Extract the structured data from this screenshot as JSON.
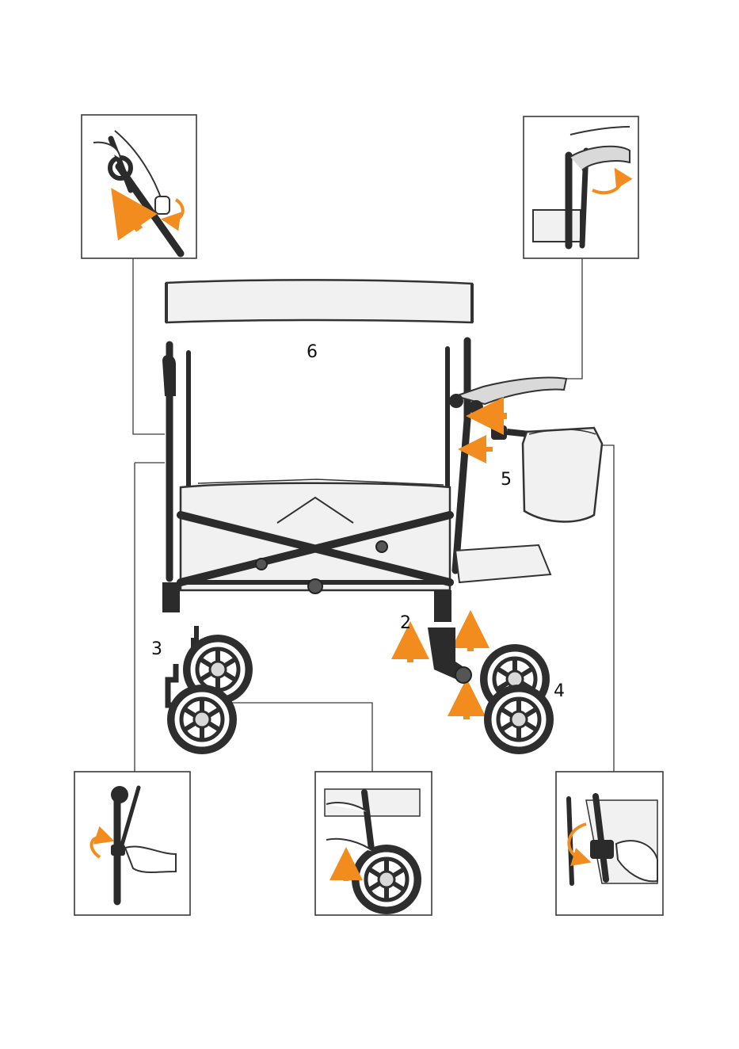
{
  "diagram": {
    "step_labels": {
      "canopy": "6",
      "rear_caster": "2",
      "front_wheels": "3",
      "rear_wheels": "4",
      "cup_bag": "5"
    },
    "colors": {
      "frame": "#2b2b2b",
      "fabric": "#f1f1f1",
      "arrow": "#f28c1e",
      "outline": "#3a3a3a",
      "skin": "#ffffff"
    },
    "icons": [
      "up-arrow-icon",
      "left-arrow-icon",
      "rotate-arrow-icon",
      "hand-icon",
      "wheel-icon"
    ]
  }
}
